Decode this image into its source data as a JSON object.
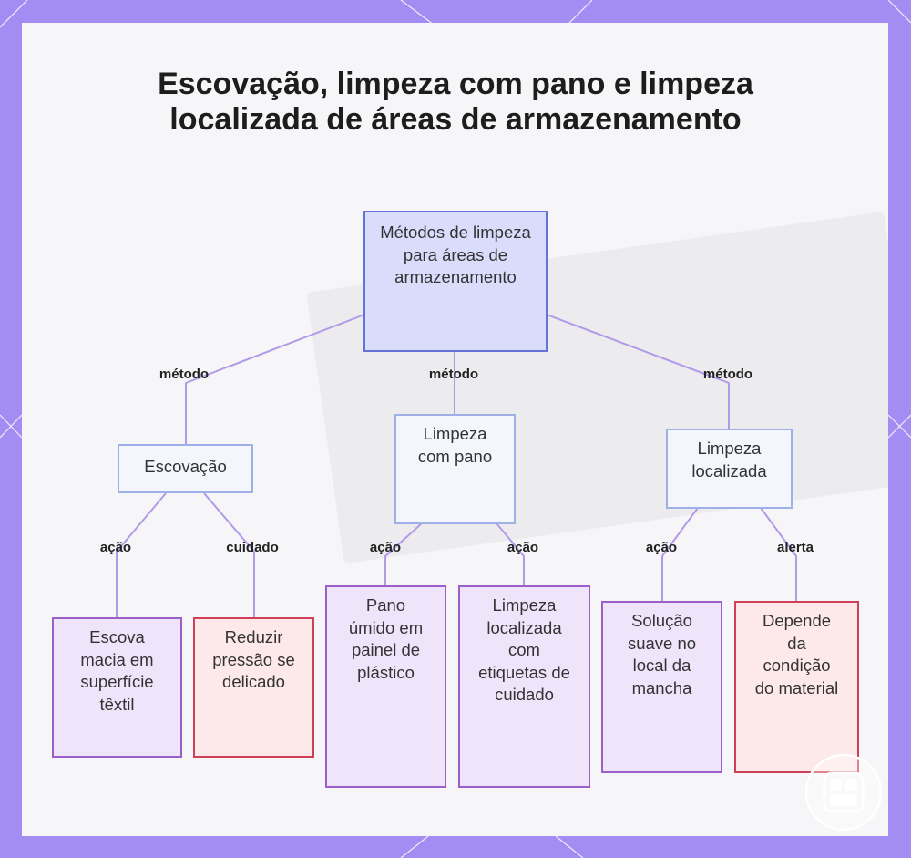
{
  "title": "Escovação, limpeza com pano e limpeza localizada de áreas de armazenamento",
  "colors": {
    "frame": "#a38cf2",
    "edge": "#b39ae8",
    "root_fill": "#d9dcfb",
    "root_border": "#6673d6",
    "method_fill": "#f4f6fe",
    "method_border": "#9fb0e6",
    "action_fill": "#f0e4fa",
    "action_border": "#9b5fc9",
    "warn_fill": "#fde8ea",
    "warn_border": "#cf3f57"
  },
  "nodes": {
    "root": "Métodos de limpeza para áreas de armazenamento",
    "escovacao": "Escovação",
    "limpeza_pano": "Limpeza com pano",
    "limpeza_localizada": "Limpeza localizada",
    "escova_macia": "Escova macia em superfície têxtil",
    "reduzir_pressao": "Reduzir pressão se delicado",
    "pano_umido": "Pano úmido em painel de plástico",
    "etiquetas": "Limpeza localizada com etiquetas de cuidado",
    "solucao_suave": "Solução suave no local da mancha",
    "depende_material": "Depende da condição do material"
  },
  "edge_labels": {
    "metodo_1": "método",
    "metodo_2": "método",
    "metodo_3": "método",
    "acao_1": "ação",
    "cuidado": "cuidado",
    "acao_2": "ação",
    "acao_3": "ação",
    "acao_4": "ação",
    "alerta": "alerta"
  }
}
